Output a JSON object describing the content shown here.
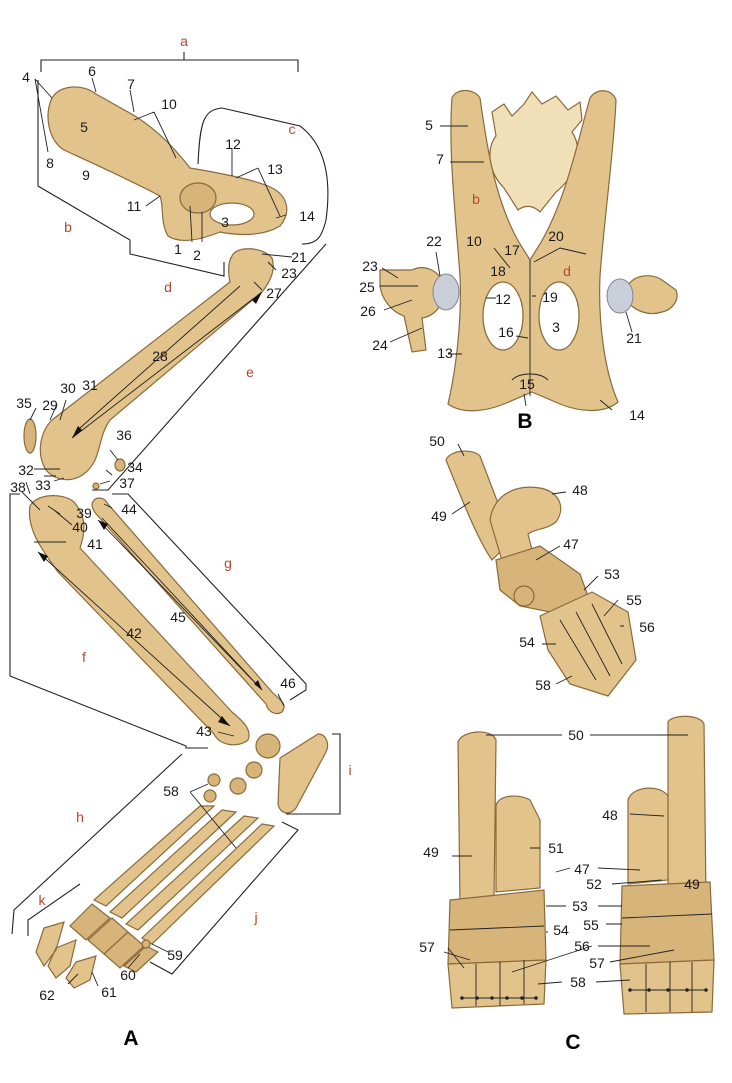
{
  "panels": {
    "a": "A",
    "b": "B",
    "c": "C"
  },
  "regions": {
    "a": "a",
    "b": "b",
    "c": "c",
    "d": "d",
    "e": "e",
    "f": "f",
    "g": "g",
    "h": "h",
    "i": "i",
    "j": "j",
    "k": "k"
  },
  "numbers": {
    "n1": "1",
    "n2": "2",
    "n3": "3",
    "n4": "4",
    "n5": "5",
    "n6": "6",
    "n7": "7",
    "n8": "8",
    "n9": "9",
    "n10": "10",
    "n11": "11",
    "n12": "12",
    "n13": "13",
    "n14": "14",
    "n15": "15",
    "n16": "16",
    "n17": "17",
    "n18": "18",
    "n19": "19",
    "n20": "20",
    "n21": "21",
    "n22": "22",
    "n23": "23",
    "n24": "24",
    "n25": "25",
    "n26": "26",
    "n27": "27",
    "n28": "28",
    "n29": "29",
    "n30": "30",
    "n31": "31",
    "n32": "32",
    "n33": "33",
    "n34": "34",
    "n35": "35",
    "n36": "36",
    "n37": "37",
    "n38": "38",
    "n39": "39",
    "n40": "40",
    "n41": "41",
    "n42": "42",
    "n43": "43",
    "n44": "44",
    "n45": "45",
    "n46": "46",
    "n47": "47",
    "n48": "48",
    "n49": "49",
    "n50": "50",
    "n51": "51",
    "n52": "52",
    "n53": "53",
    "n54": "54",
    "n55": "55",
    "n56": "56",
    "n57": "57",
    "n58": "58",
    "n59": "59",
    "n60": "60",
    "n61": "61",
    "n62": "62"
  },
  "colors": {
    "bone": "#e3c38c",
    "bone_outline": "#8a6a3a",
    "region_label": "#b5462e",
    "cartilage": "#c9ced8"
  }
}
